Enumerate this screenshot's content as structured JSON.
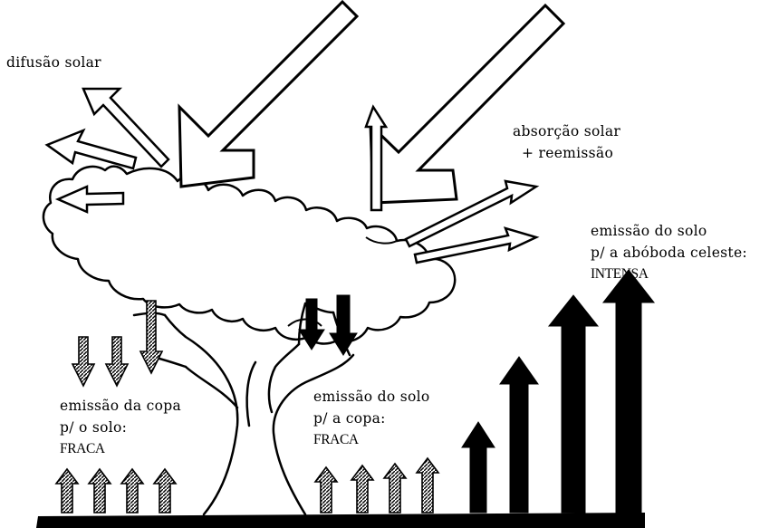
{
  "labels": {
    "diffusion": "difusão solar",
    "absorption_line1": "absorção solar",
    "absorption_line2": "+ reemissão",
    "soil_sky_line1": "emissão do solo",
    "soil_sky_line2": "p/ a abóboda celeste:",
    "soil_sky_line3": "INTENSA",
    "canopy_soil_line1": "emissão da copa",
    "canopy_soil_line2": "p/ o solo:",
    "canopy_soil_line3": "FRACA",
    "soil_canopy_line1": "emissão do solo",
    "soil_canopy_line2": "p/ a copa:",
    "soil_canopy_line3": "FRACA"
  },
  "colors": {
    "ink": "#000000",
    "paper": "#ffffff"
  }
}
